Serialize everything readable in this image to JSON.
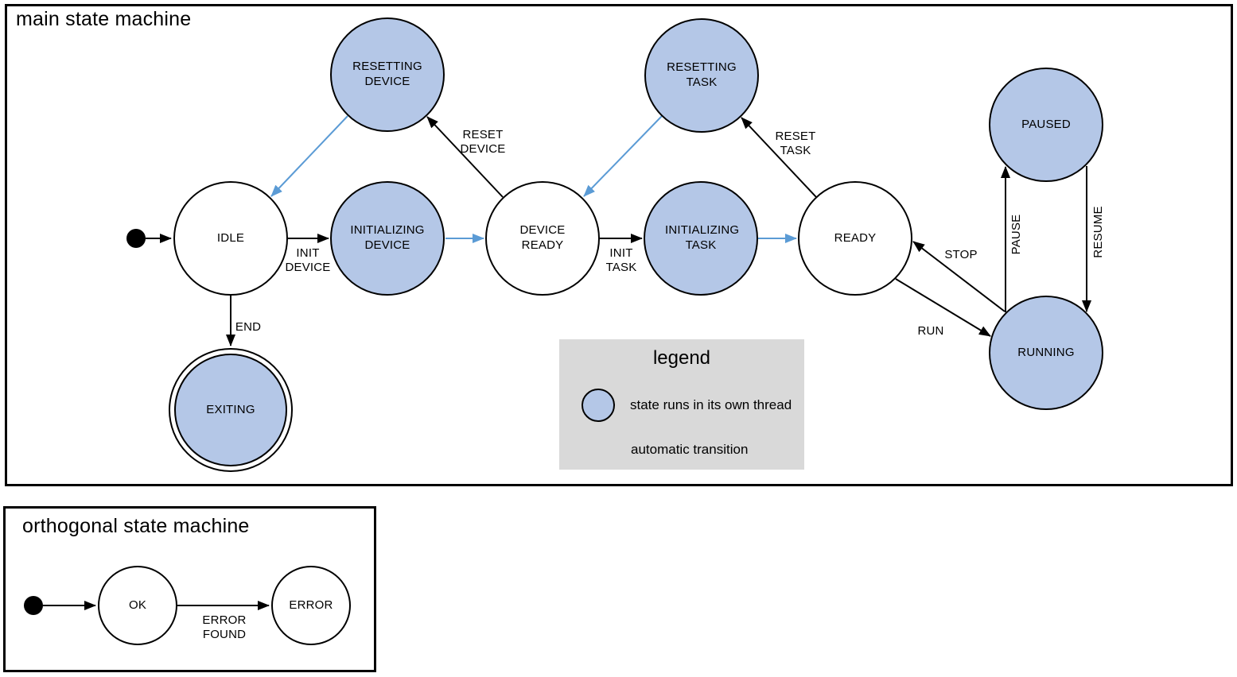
{
  "colors": {
    "thread_state_fill": "#b4c7e7",
    "auto_transition_blue": "#5b9bd5",
    "legend_background": "#d9d9d9",
    "stroke_black": "#000000"
  },
  "machines": {
    "main": {
      "title": "main state machine",
      "states": {
        "idle": {
          "label": "IDLE"
        },
        "resetting_device": {
          "label": "RESETTING DEVICE"
        },
        "initializing_device": {
          "label": "INITIALIZING DEVICE"
        },
        "device_ready": {
          "label": "DEVICE READY"
        },
        "resetting_task": {
          "label": "RESETTING TASK"
        },
        "initializing_task": {
          "label": "INITIALIZING TASK"
        },
        "ready": {
          "label": "READY"
        },
        "paused": {
          "label": "PAUSED"
        },
        "running": {
          "label": "RUNNING"
        },
        "exiting": {
          "label": "EXITING"
        }
      },
      "transitions": {
        "init_device": {
          "label": "INIT DEVICE"
        },
        "reset_device": {
          "label": "RESET DEVICE"
        },
        "init_task": {
          "label": "INIT TASK"
        },
        "reset_task": {
          "label": "RESET TASK"
        },
        "stop": {
          "label": "STOP"
        },
        "run": {
          "label": "RUN"
        },
        "pause": {
          "label": "PAUSE"
        },
        "resume": {
          "label": "RESUME"
        },
        "end": {
          "label": "END"
        }
      }
    },
    "orthogonal": {
      "title": "orthogonal state machine",
      "states": {
        "ok": {
          "label": "OK"
        },
        "error": {
          "label": "ERROR"
        }
      },
      "transitions": {
        "error_found": {
          "label": "ERROR FOUND"
        }
      }
    }
  },
  "legend": {
    "title": "legend",
    "thread_item_label": "state runs in its own thread",
    "auto_item_label": "automatic transition"
  }
}
